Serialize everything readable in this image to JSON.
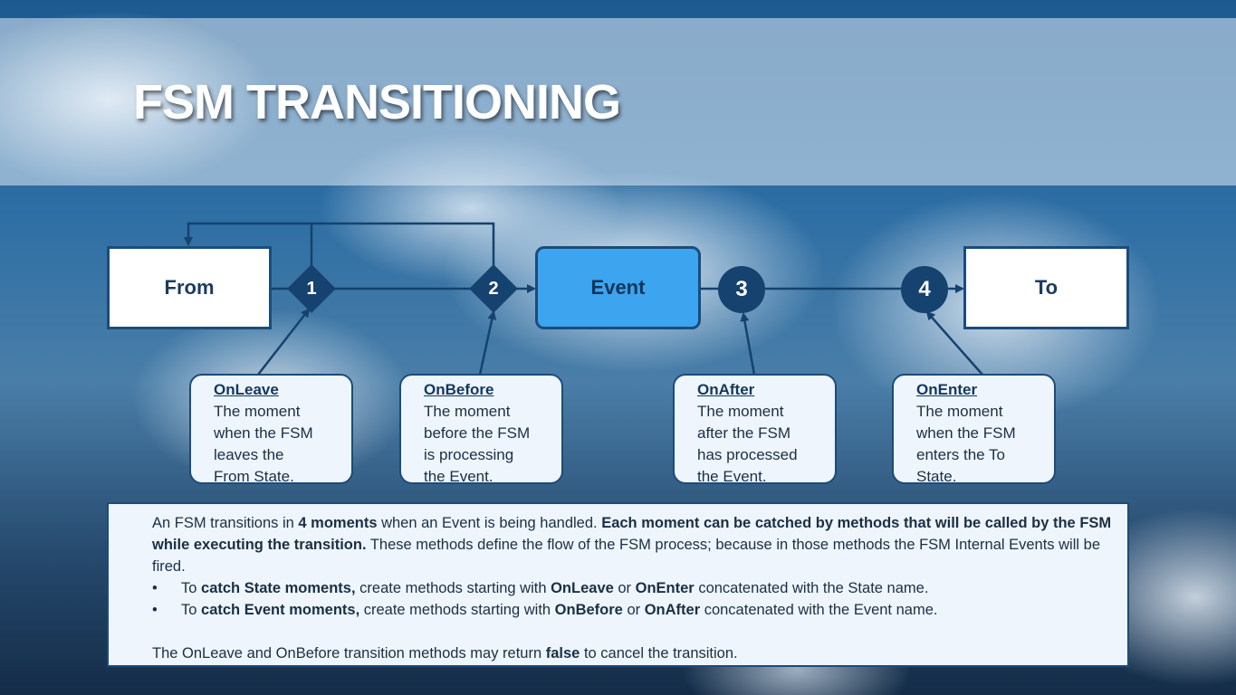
{
  "title": "FSM TRANSITIONING",
  "diagram": {
    "states": {
      "from": "From",
      "event": "Event",
      "to": "To"
    },
    "moments": [
      "1",
      "2",
      "3",
      "4"
    ],
    "notes": [
      {
        "head": "OnLeave",
        "lines": [
          "The moment",
          "when the FSM",
          "leaves the",
          "From State."
        ]
      },
      {
        "head": "OnBefore",
        "lines": [
          "The moment",
          "before the FSM",
          "is processing",
          "the Event."
        ]
      },
      {
        "head": "OnAfter",
        "lines": [
          "The moment",
          "after the FSM",
          "has processed",
          "the Event."
        ]
      },
      {
        "head": "OnEnter",
        "lines": [
          "The moment",
          "when the FSM",
          "enters the To",
          "State."
        ]
      }
    ]
  },
  "description": {
    "p1_a": "An FSM transitions in ",
    "p1_b": "4 moments",
    "p1_c": " when an Event is being handled. ",
    "p1_d": "Each moment can be catched by methods that will be called by the FSM while executing the transition.",
    "p1_e": " These methods define the flow of the FSM process; because in those methods the FSM Internal Events will be fired.",
    "bullet_char": "•",
    "b1_a": "To ",
    "b1_b": "catch State moments,",
    "b1_c": " create methods starting with ",
    "b1_d": "OnLeave",
    "b1_e": " or ",
    "b1_f": "OnEnter",
    "b1_g": " concatenated with the State name.",
    "b2_a": "To ",
    "b2_b": "catch Event moments,",
    "b2_c": " create methods starting with ",
    "b2_d": "OnBefore",
    "b2_e": " or ",
    "b2_f": "OnAfter",
    "b2_g": " concatenated with the Event name.",
    "p2_a": "The OnLeave and OnBefore transition methods may return ",
    "p2_b": "false",
    "p2_c": " to cancel the transition."
  }
}
